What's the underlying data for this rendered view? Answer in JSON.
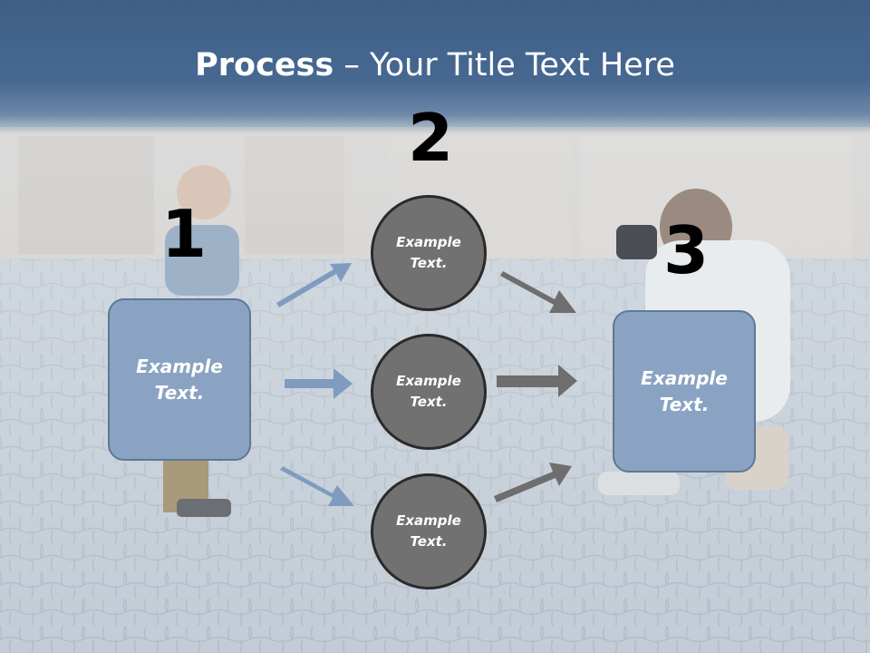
{
  "title": {
    "bold": "Process",
    "rest": " – Your Title Text Here"
  },
  "steps": {
    "one": "1",
    "two": "2",
    "three": "3"
  },
  "left_box": {
    "line1": "Example",
    "line2": "Text."
  },
  "right_box": {
    "line1": "Example",
    "line2": "Text."
  },
  "circles": [
    {
      "line1": "Example",
      "line2": "Text."
    },
    {
      "line1": "Example",
      "line2": "Text."
    },
    {
      "line1": "Example",
      "line2": "Text."
    }
  ],
  "colors": {
    "header": "#466891",
    "box_fill": "#8aa3c2",
    "circle_fill": "#717171",
    "arrow_blue": "#7f9cc0",
    "arrow_gray": "#6e6e6e"
  }
}
